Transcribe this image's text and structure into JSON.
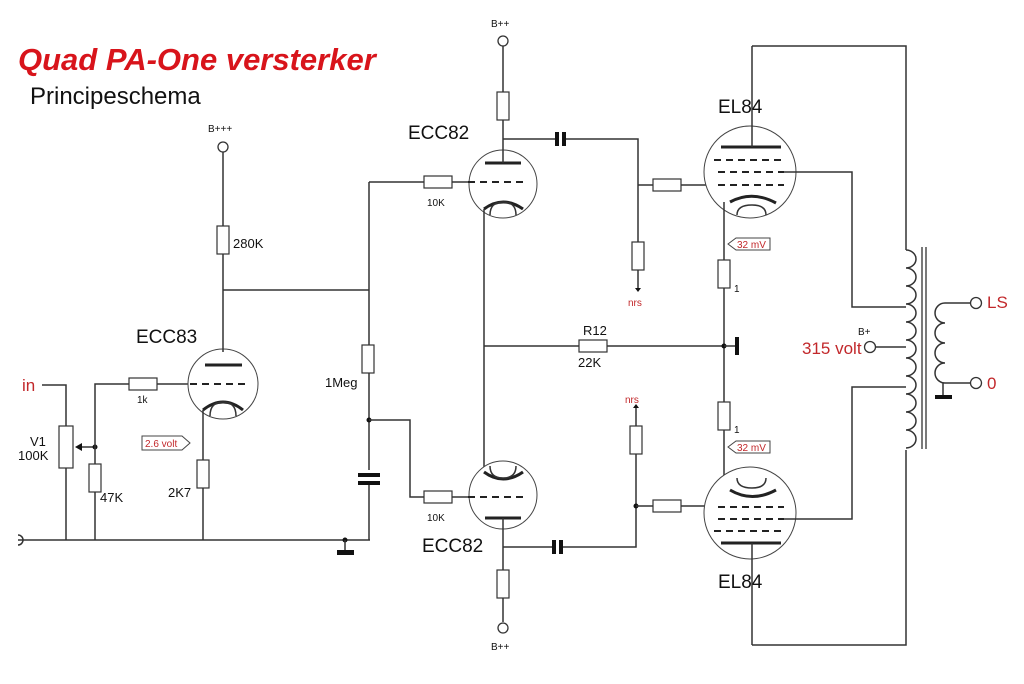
{
  "title": "Quad PA-One versterker",
  "subtitle": "Principeschema",
  "colors": {
    "title": "#d8141b",
    "annotation": "#c2282b",
    "wire": "#333333"
  },
  "supplies": {
    "bppp": "B+++",
    "bpp_top": "B++",
    "bpp_bottom": "B++",
    "bp": "B+"
  },
  "tubes": {
    "input": "ECC83",
    "phase_top": "ECC82",
    "phase_bottom": "ECC82",
    "output_top": "EL84",
    "output_bottom": "EL84"
  },
  "components": {
    "input_label": "in",
    "pot_name": "V1",
    "pot_value": "100K",
    "r_grid": "1k",
    "r_shunt": "47K",
    "r_cathode": "2K7",
    "r_plate": "280K",
    "r_1meg": "1Meg",
    "r_grid_top": "10K",
    "r_grid_bottom": "10K",
    "r12_name": "R12",
    "r12_value": "22K",
    "r_cath_top": "1",
    "r_cath_bottom": "1",
    "nrs_top": "nrs",
    "nrs_bottom": "nrs"
  },
  "annotations": {
    "v_cathode_ecc83": "2.6 volt",
    "v_el84_top": "32 mV",
    "v_el84_bottom": "32 mV",
    "supply_voltage": "315 volt"
  },
  "outputs": {
    "speaker": "LS",
    "ground": "0"
  }
}
